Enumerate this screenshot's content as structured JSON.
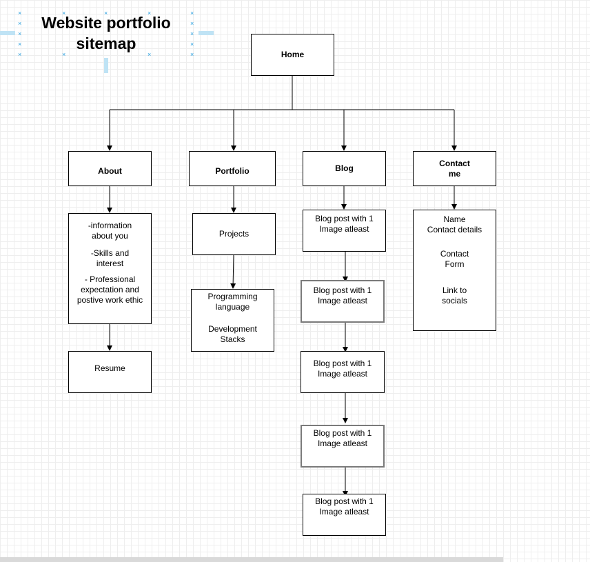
{
  "title": {
    "line1": "Website portfolio",
    "line2": "sitemap"
  },
  "nodes": {
    "home": "Home",
    "about": "About",
    "portfolio": "Portfolio",
    "blog": "Blog",
    "contact": {
      "line1": "Contact",
      "line2": "me"
    },
    "about_info": {
      "l1": "-information",
      "l2": "about you",
      "l3": "-Skills and",
      "l4": "interest",
      "l5": "- Professional",
      "l6": "expectation and",
      "l7": "postive work ethic"
    },
    "resume": "Resume",
    "projects": "Projects",
    "programming": {
      "l1": "Programming",
      "l2": "language",
      "l3": "Development",
      "l4": "Stacks"
    },
    "blog_post": {
      "l1": "Blog post with 1",
      "l2": "Image atleast"
    },
    "contact_details": {
      "l1": "Name",
      "l2": "Contact details",
      "l3": "Contact",
      "l4": "Form",
      "l5": "Link to",
      "l6": "socials"
    }
  }
}
